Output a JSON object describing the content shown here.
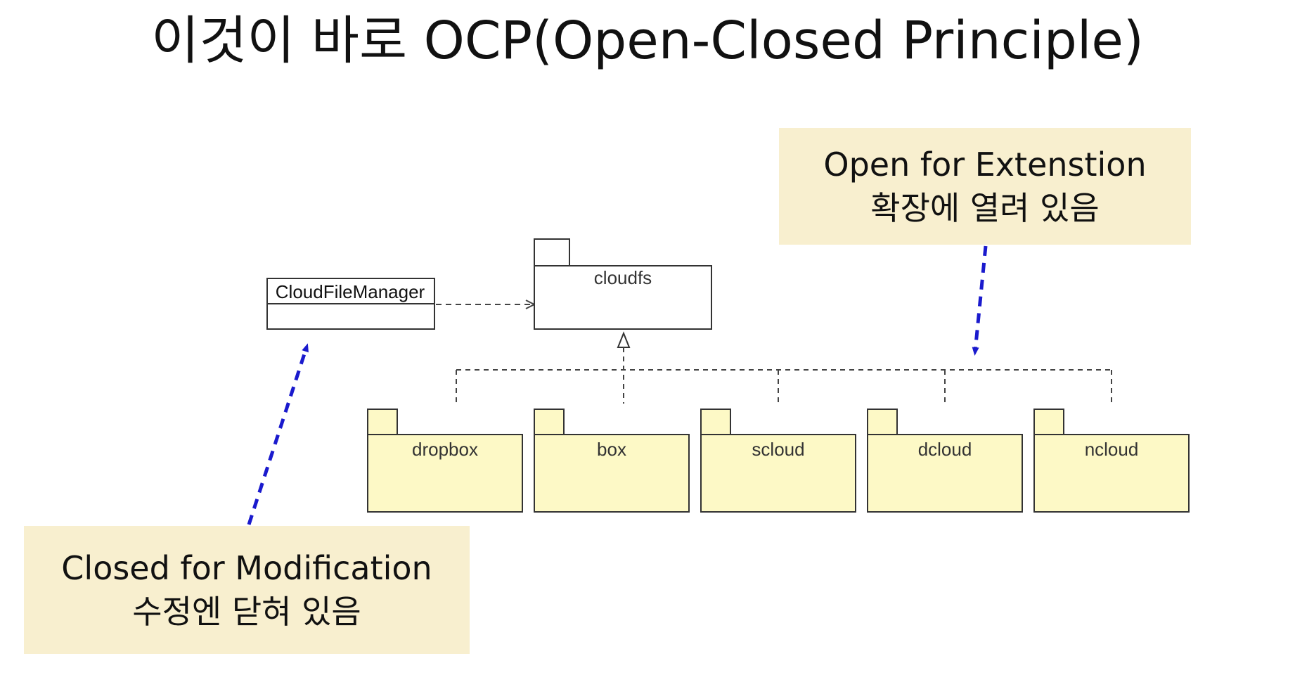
{
  "title": "이것이 바로 OCP(Open-Closed Principle)",
  "class_box": {
    "name": "CloudFileManager"
  },
  "main_package": {
    "name": "cloudfs"
  },
  "sub_packages": [
    {
      "name": "dropbox"
    },
    {
      "name": "box"
    },
    {
      "name": "scloud"
    },
    {
      "name": "dcloud"
    },
    {
      "name": "ncloud"
    }
  ],
  "notes": {
    "open": {
      "line1": "Open for Extenstion",
      "line2": "확장에 열려 있음"
    },
    "closed": {
      "line1": "Closed for Modification",
      "line2": "수정엔 닫혀 있음"
    }
  },
  "colors": {
    "package_fill": "#fdf9c6",
    "note_fill": "#f8efcf",
    "arrow_blue": "#1a1acd"
  }
}
